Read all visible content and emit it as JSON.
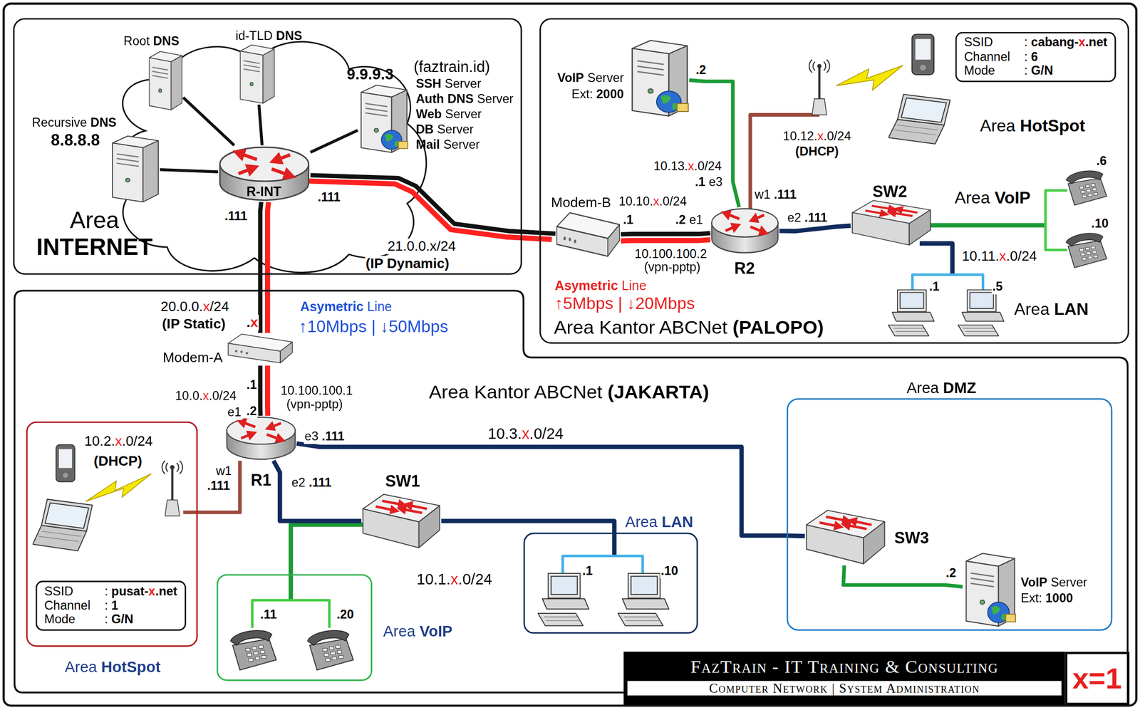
{
  "diagram": {
    "nodes": [
      {
        "text": [
          "Area INTERNET"
        ]
      },
      {
        "text": [
          "Recursive DNS",
          "8.8.8.8"
        ],
        "in": 0
      },
      {
        "text": [
          "Root DNS"
        ],
        "in": 0
      },
      {
        "text": [
          "id-TLD DNS"
        ],
        "in": 0
      },
      {
        "text": [
          "9.9.9.3",
          "(faztrain.id)",
          "SSH Server",
          "Auth DNS Server",
          "Web Server",
          "DB Server",
          "Mail Server"
        ],
        "in": 0
      },
      {
        "text": [
          "R-INT"
        ],
        "in": 0
      },
      {
        "text": [
          "Area Kantor ABCNet (PALOPO)"
        ]
      },
      {
        "text": [
          "VoIP Server",
          "Ext: 2000"
        ],
        "in": 6
      },
      {
        "text": [
          "SSID : cabang-x.net",
          "Channel : 6",
          "Mode : G/N"
        ],
        "in": 6
      },
      {
        "text": [
          "Modem-B"
        ],
        "in": 6
      },
      {
        "text": [
          "R2"
        ],
        "in": 6
      },
      {
        "text": [
          "SW2"
        ],
        "in": 6
      },
      {
        "text": [
          "Area Kantor ABCNet (JAKARTA)"
        ]
      },
      {
        "text": [
          "Modem-A"
        ],
        "in": 12
      },
      {
        "text": [
          "R1"
        ],
        "in": 12
      },
      {
        "text": [
          "Area HotSpot"
        ],
        "in": 12
      },
      {
        "text": [
          "SSID : pusat-x.net",
          "Channel : 1",
          "Mode : G/N"
        ],
        "in": 15
      },
      {
        "text": [
          "SW1"
        ],
        "in": 12
      },
      {
        "text": [
          "Area VoIP"
        ],
        "in": 12
      },
      {
        "text": [
          "Area LAN"
        ],
        "in": 12
      },
      {
        "text": [
          "Area DMZ"
        ],
        "in": 12
      },
      {
        "text": [
          "SW3"
        ],
        "in": 20
      },
      {
        "text": [
          "VoIP Server",
          "Ext: 1000"
        ],
        "in": 20
      },
      {
        "text": [
          "FazTrain - IT Training & Consulting",
          "Computer Network | System Administration"
        ]
      },
      {
        "text": [
          "x=1"
        ]
      }
    ],
    "edges": [
      {
        "from": 5,
        "to": 2,
        "arrow": "none"
      },
      {
        "from": 5,
        "to": 3,
        "arrow": "none"
      },
      {
        "from": 5,
        "to": 1,
        "arrow": "none"
      },
      {
        "from": 5,
        "to": 4,
        "arrow": "none"
      },
      {
        "from": 5,
        "to": 13,
        "arrow": "none"
      },
      {
        "from": 5,
        "to": 9,
        "arrow": "none"
      },
      {
        "from": 13,
        "to": 14,
        "arrow": "none"
      },
      {
        "from": 9,
        "to": 10,
        "arrow": "none"
      },
      {
        "from": 14,
        "to": 17,
        "arrow": "none"
      },
      {
        "from": 14,
        "to": 21,
        "arrow": "none"
      },
      {
        "from": 10,
        "to": 11,
        "arrow": "none"
      },
      {
        "from": 10,
        "to": 7,
        "arrow": "none"
      },
      {
        "from": 21,
        "to": 22,
        "arrow": "none"
      }
    ],
    "labels": [
      ".111",
      ".111",
      "21.0.0.x/24",
      "(IP Dynamic)",
      "20.0.0.x/24",
      "(IP Static)",
      ".x",
      "Asymetric Line",
      "↑10Mbps | ↓50Mbps",
      ".1",
      "10.0.x.0/24",
      "e1",
      ".2",
      "10.100.100.1",
      "(vpn-pptp)",
      "e3 .111",
      "10.3.x.0/24",
      "w1",
      ".111",
      "e2 .111",
      "10.1.x.0/24",
      ".1",
      ".10",
      ".11",
      ".20",
      ".2",
      "10.2.x.0/24",
      "(DHCP)",
      ".2",
      "10.13.x.0/24",
      ".1 e3",
      "10.10.x.0/24",
      ".1",
      ".2 e1",
      "w1 .111",
      "e2 .111",
      "10.100.100.2",
      "(vpn-pptp)",
      "Asymetric Line",
      "↑5Mbps | ↓20Mbps",
      "10.12.x.0/24",
      "(DHCP)",
      "Area HotSpot",
      "Area VoIP",
      ".6",
      ".10",
      "10.11.x.0/24",
      ".1",
      ".5",
      "Area LAN"
    ]
  }
}
